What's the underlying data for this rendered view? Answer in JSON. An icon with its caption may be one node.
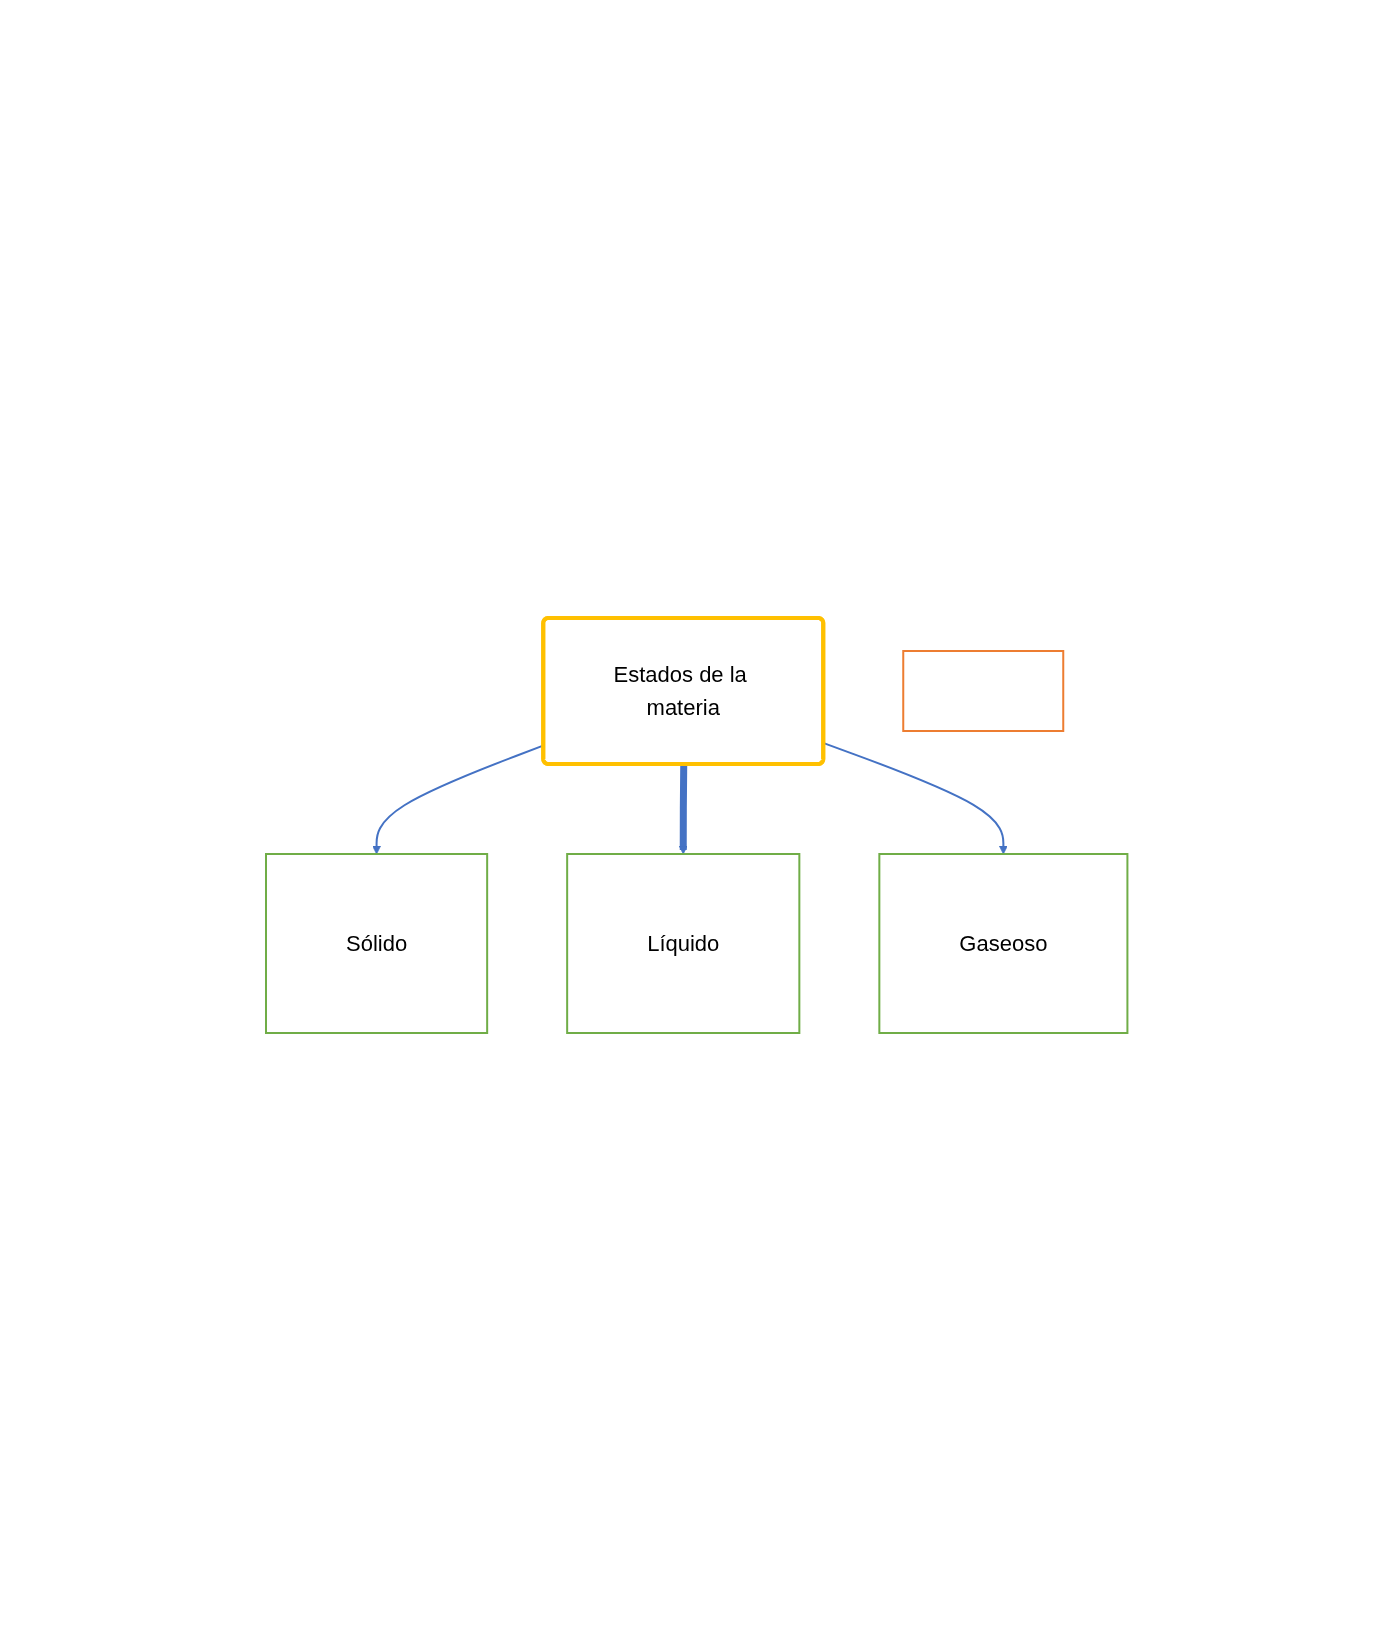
{
  "diagram": {
    "nodes": [
      {
        "text": [
          "Sólido"
        ]
      },
      {
        "text": [
          "Líquido"
        ]
      },
      {
        "text": [
          "Estados de la materia"
        ]
      },
      {
        "text": [
          "Gaseoso"
        ]
      },
      {
        "text": [],
        "shape": "box"
      }
    ],
    "edges": [
      {
        "from": 2,
        "to": 0,
        "arrow": "to"
      },
      {
        "from": 2,
        "to": 1,
        "arrow": "to",
        "style": "thick"
      },
      {
        "from": 2,
        "to": 3,
        "arrow": "to"
      }
    ]
  }
}
